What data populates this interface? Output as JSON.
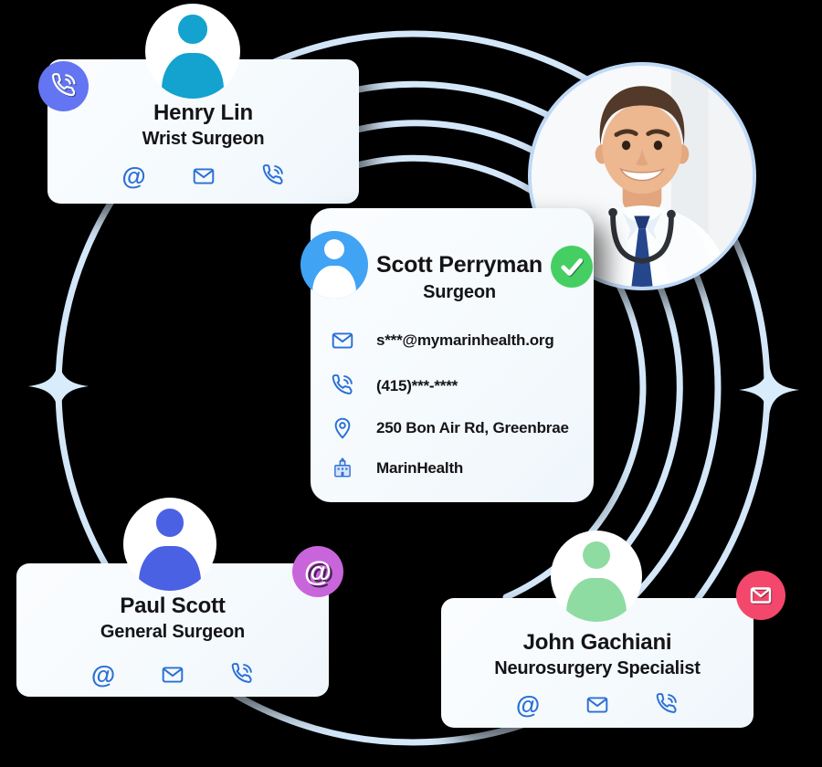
{
  "colors": {
    "bg": "#000000",
    "ring": "#D3E7F9",
    "sparkle": "#D8ECFB",
    "card-bg": "#F7FBFE",
    "title": "#141416",
    "icon-blue": "#2B6FD7",
    "avatar-henry": "#14A2CF",
    "avatar-scott": "#41A3F4",
    "avatar-paul": "#4A61E4",
    "avatar-john": "#8EDCA2",
    "check-green": "#45CF63",
    "badge-phone": "#6375F2",
    "badge-at": "#C965DB",
    "badge-mail": "#F4476C",
    "photo-ring": "#BFD9F6"
  },
  "glyphs": {
    "at": "@"
  },
  "cards": {
    "henry": {
      "name": "Henry Lin",
      "title": "Wrist Surgeon",
      "icons": [
        "at-icon",
        "mail-icon",
        "phone-icon"
      ]
    },
    "scott": {
      "name": "Scott Perryman",
      "title": "Surgeon",
      "contacts": [
        {
          "icon": "mail-icon",
          "value": "s***@mymarinhealth.org"
        },
        {
          "icon": "phone-icon",
          "value": "(415)***-****"
        },
        {
          "icon": "pin-icon",
          "value": "250 Bon Air Rd, Greenbrae"
        },
        {
          "icon": "hospital-icon",
          "value": "MarinHealth"
        }
      ]
    },
    "paul": {
      "name": "Paul Scott",
      "title": "General Surgeon",
      "icons": [
        "at-icon",
        "mail-icon",
        "phone-icon"
      ]
    },
    "john": {
      "name": "John Gachiani",
      "title": "Neurosurgery Specialist",
      "icons": [
        "at-icon",
        "mail-icon",
        "phone-icon"
      ]
    }
  },
  "badges": [
    {
      "name": "phone-badge",
      "icon": "phone-icon"
    },
    {
      "name": "verified-badge",
      "icon": "check-icon"
    },
    {
      "name": "at-badge",
      "icon": "at-icon"
    },
    {
      "name": "mail-badge",
      "icon": "mail-icon"
    }
  ],
  "decor": {
    "rings_count": 4,
    "sparkles_count": 2,
    "photo": "doctor-portrait"
  }
}
